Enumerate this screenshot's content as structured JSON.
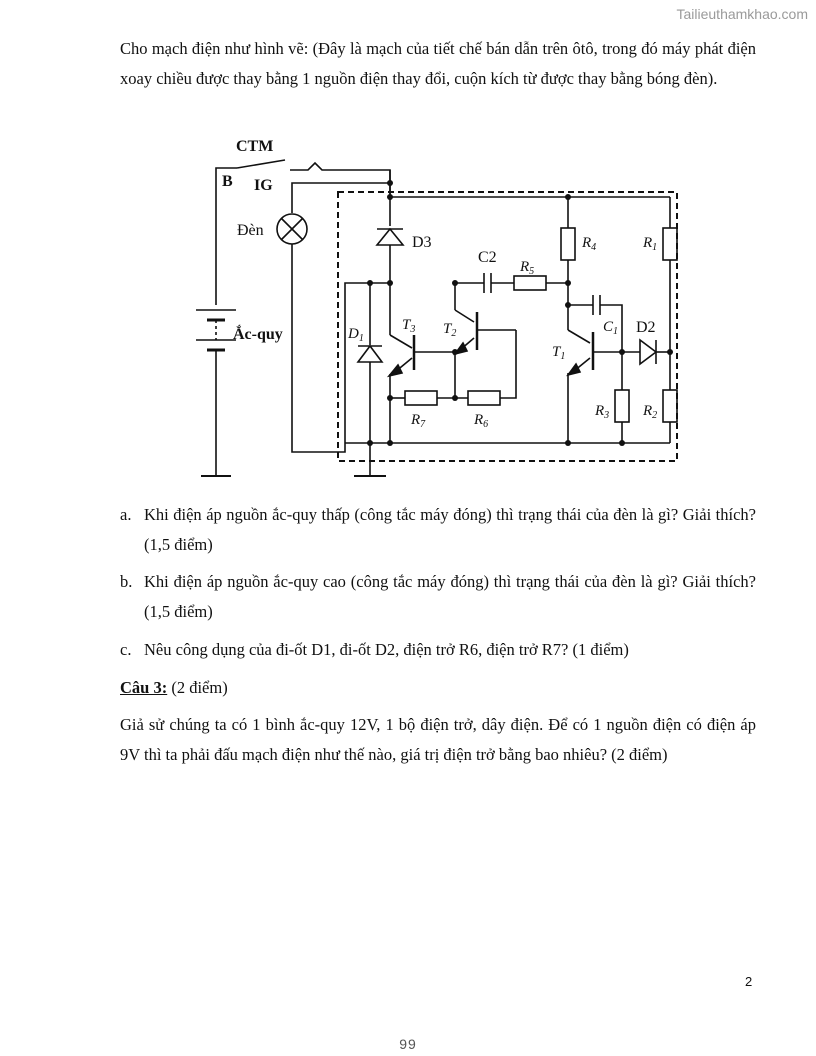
{
  "watermark": "Tailieuthamkhao.com",
  "intro": "Cho mạch điện như hình vẽ: (Đây là mạch của tiết chế bán dẫn trên ôtô, trong đó máy phát điện xoay chiều được thay bằng 1 nguồn điện thay đổi, cuộn kích từ được thay bằng bóng đèn).",
  "diagram": {
    "ctm": "CTM",
    "b": "B",
    "ig": "IG",
    "den": "Đèn",
    "acquy": "Ắc-quy",
    "d3": "D3",
    "c2": "C2",
    "d1": "D",
    "d1_sub": "1",
    "t3": "T",
    "t3_sub": "3",
    "t2": "T",
    "t2_sub": "2",
    "t1": "T",
    "t1_sub": "1",
    "r1": "R",
    "r1_sub": "1",
    "r2": "R",
    "r2_sub": "2",
    "r3": "R",
    "r3_sub": "3",
    "r4": "R",
    "r4_sub": "4",
    "r5": "R",
    "r5_sub": "5",
    "r6": "R",
    "r6_sub": "6",
    "r7": "R",
    "r7_sub": "7",
    "c1": "C",
    "c1_sub": "1",
    "d2": "D2"
  },
  "questions": [
    {
      "marker": "a.",
      "text": "Khi điện áp nguồn ắc-quy thấp (công tắc máy đóng) thì trạng thái của đèn là gì? Giải thích? (1,5 điểm)"
    },
    {
      "marker": "b.",
      "text": "Khi điện áp nguồn ắc-quy cao (công tắc máy đóng) thì trạng thái của đèn là gì? Giải thích? (1,5 điểm)"
    },
    {
      "marker": "c.",
      "text": "Nêu công dụng của đi-ốt D1, đi-ốt D2, điện trở R6, điện trở R7? (1 điểm)"
    }
  ],
  "section3": {
    "label": "Câu 3:",
    "points": " (2 điểm)"
  },
  "q3_text": "Giả sử chúng ta có 1 bình ắc-quy 12V, 1 bộ điện trở, dây điện. Để có 1 nguồn điện có điện áp 9V thì ta phải đấu mạch điện như thế nào, giá trị điện trở bằng bao nhiêu? (2 điểm)",
  "page_number": "2",
  "footer_number": "99"
}
